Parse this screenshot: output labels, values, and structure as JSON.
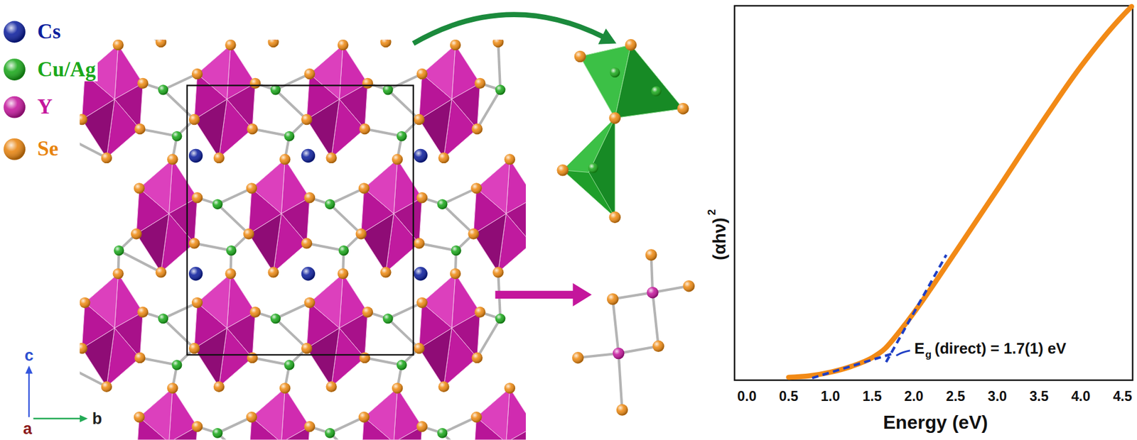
{
  "diagram": {
    "labels": [
      "c",
      "a",
      "b",
      "(αhν)",
      "2",
      "0.0",
      "0.5",
      "1.0",
      "1.5",
      "2.0",
      "2.5",
      "3.0",
      "3.5",
      "4.0",
      "4.5",
      "Energy (eV)",
      "E",
      "g",
      "(direct) = 1.7(1) eV"
    ],
    "legend": [
      {
        "text": "Cs",
        "color": "#0d1f9e"
      },
      {
        "text": "Cu/Ag",
        "color": "#1aa81a"
      },
      {
        "text": "Y",
        "color": "#c4169c"
      },
      {
        "text": "Se",
        "color": "#e8840f"
      }
    ]
  }
}
